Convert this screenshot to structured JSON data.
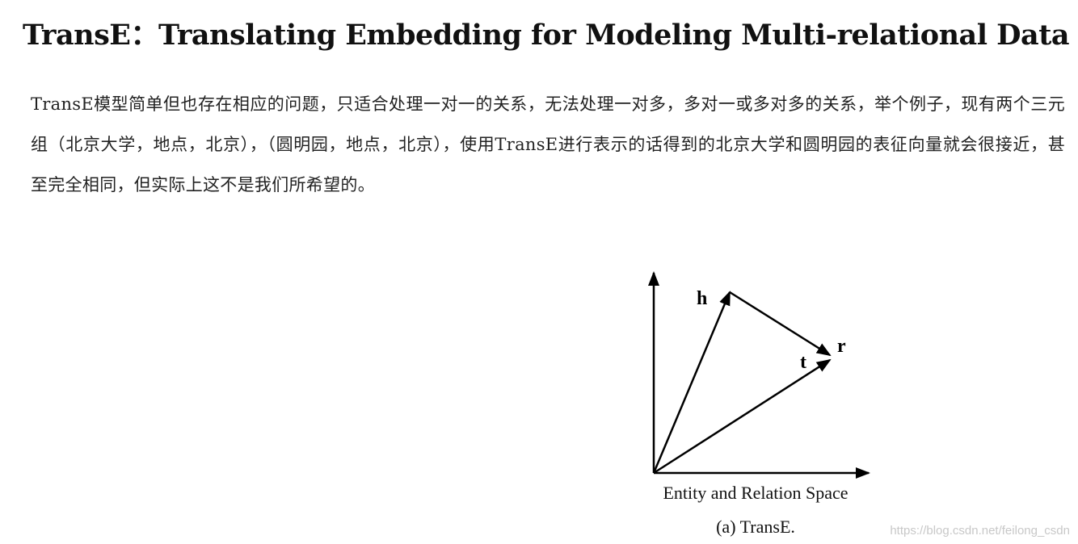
{
  "title": "TransE：Translating Embedding for Modeling Multi-relational Data",
  "paragraph": "TransE模型简单但也存在相应的问题，只适合处理一对一的关系，无法处理一对多，多对一或多对多的关系，举个例子，现有两个三元组（北京大学，地点，北京），（圆明园，地点，北京），使用TransE进行表示的话得到的北京大学和圆明园的表征向量就会很接近，甚至完全相同，但实际上这不是我们所希望的。",
  "figure": {
    "vector_labels": {
      "h": "h",
      "t": "t",
      "r": "r"
    },
    "axis_caption": "Entity and Relation Space",
    "sub_caption": "(a)  TransE.",
    "stroke_color": "#000000"
  },
  "watermark": "https://blog.csdn.net/feilong_csdn"
}
